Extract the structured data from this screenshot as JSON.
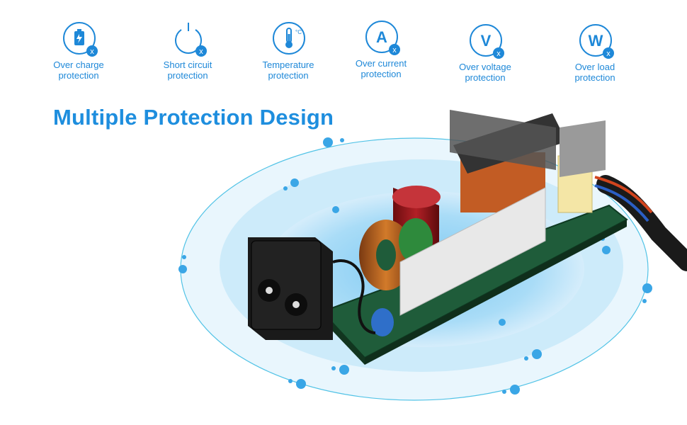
{
  "features": [
    {
      "label_line1": "Over charge",
      "label_line2": "protection",
      "icon": "battery-icon"
    },
    {
      "label_line1": "Short circuit",
      "label_line2": "protection",
      "icon": "power-icon"
    },
    {
      "label_line1": "Temperature",
      "label_line2": "protection",
      "icon": "thermometer-icon",
      "glyph": "°C"
    },
    {
      "label_line1": "Over current",
      "label_line2": "protection",
      "icon": "ampere-icon",
      "glyph": "A"
    },
    {
      "label_line1": "Over voltage",
      "label_line2": "protection",
      "icon": "voltage-icon",
      "glyph": "V"
    },
    {
      "label_line1": "Over load",
      "label_line2": "protection",
      "icon": "watt-icon",
      "glyph": "W"
    }
  ],
  "badge_glyph": "x",
  "headline": "Multiple Protection Design",
  "colors": {
    "accent": "#1e88d8",
    "headline": "#1e8ede",
    "ellipse_outer": "#d9effb",
    "ellipse_inner": "#a9dcf7",
    "pcb": "#1f5c3a"
  }
}
